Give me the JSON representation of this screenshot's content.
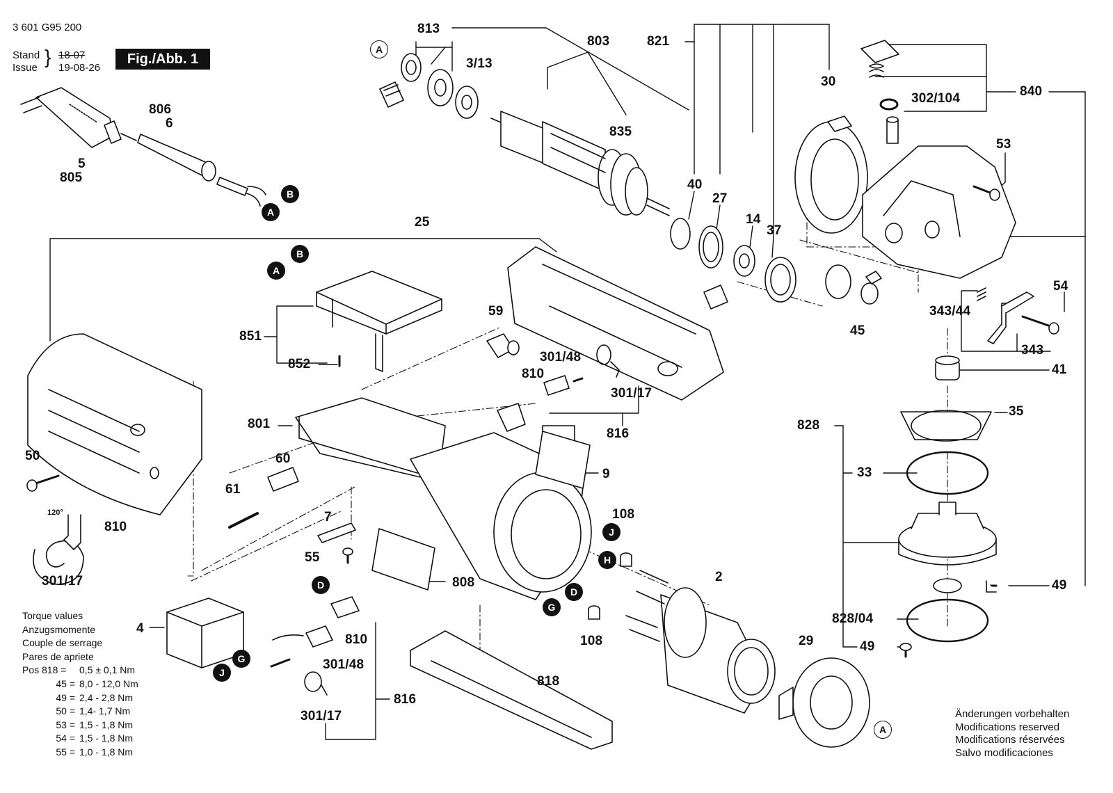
{
  "header": {
    "part_number": "3 601 G95 200",
    "stand_label": "Stand",
    "issue_label": "Issue",
    "stand_value": "18-07",
    "issue_value": "19-08-26",
    "figure_label": "Fig./Abb. 1"
  },
  "callouts": {
    "c813": "813",
    "c803": "803",
    "c821": "821",
    "c3_13": "3/13",
    "c835": "835",
    "c806": "806",
    "c6": "6",
    "c5": "5",
    "c805": "805",
    "c30": "30",
    "c840": "840",
    "c302_104": "302/104",
    "c53": "53",
    "c40": "40",
    "c27": "27",
    "c14": "14",
    "c37": "37",
    "c25": "25",
    "c851": "851",
    "c852": "852",
    "c59": "59",
    "c301_48a": "301/48",
    "c810a": "810",
    "c301_17a": "301/17",
    "c816a": "816",
    "c801": "801",
    "c60": "60",
    "c61": "61",
    "c50": "50",
    "c9": "9",
    "c810b": "810",
    "c301_17b": "301/17",
    "c7": "7",
    "c55": "55",
    "c808": "808",
    "c108a": "108",
    "c108b": "108",
    "c2": "2",
    "c4": "4",
    "c810c": "810",
    "c301_48b": "301/48",
    "c301_17c": "301/17",
    "c816b": "816",
    "c818": "818",
    "c29": "29",
    "c54": "54",
    "c343_44": "343/44",
    "c343": "343",
    "c45": "45",
    "c41": "41",
    "c828": "828",
    "c35": "35",
    "c33": "33",
    "c49a": "49",
    "c828_04": "828/04",
    "c49b": "49",
    "angle": "120°"
  },
  "badges": {
    "A": "A",
    "B": "B",
    "D": "D",
    "G": "G",
    "H": "H",
    "J": "J"
  },
  "torque": {
    "title_lines": [
      "Torque values",
      "Anzugsmomente",
      "Couple de serrage",
      "Pares de apriete"
    ],
    "rows": [
      {
        "pos": "Pos 818 =",
        "value": "0,5 ± 0,1 Nm"
      },
      {
        "pos": "45 =",
        "value": "8,0 - 12,0 Nm"
      },
      {
        "pos": "49 =",
        "value": "2,4 - 2,8 Nm"
      },
      {
        "pos": "50 =",
        "value": "1,4- 1,7 Nm"
      },
      {
        "pos": "53 =",
        "value": "1,5 - 1,8 Nm"
      },
      {
        "pos": "54 =",
        "value": "1,5 - 1,8 Nm"
      },
      {
        "pos": "55 =",
        "value": "1,0 - 1,8 Nm"
      }
    ]
  },
  "modifications_note": [
    "Änderungen vorbehalten",
    "Modifications reserved",
    "Modifications réservées",
    "Salvo modificaciones"
  ]
}
